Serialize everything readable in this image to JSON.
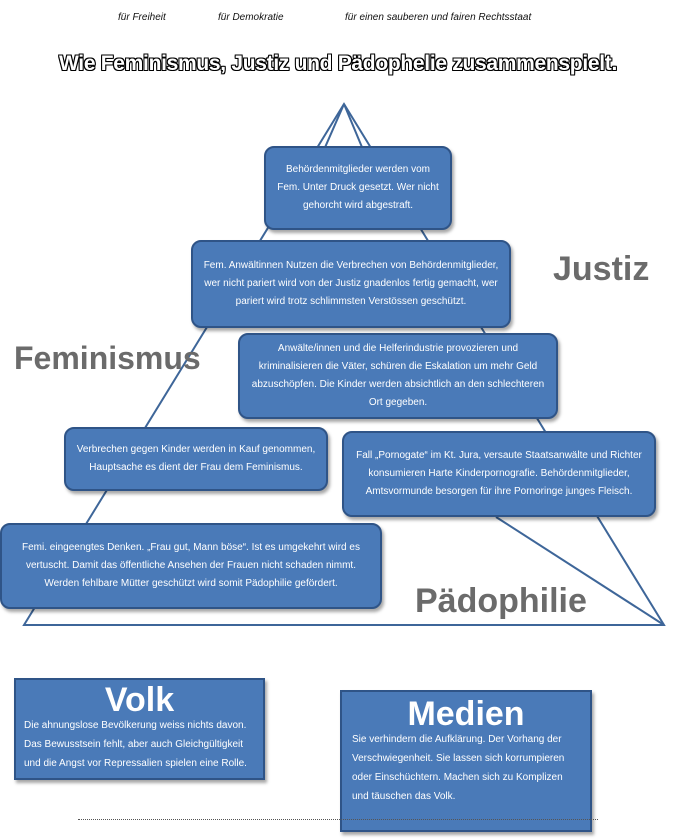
{
  "header": {
    "item1": "für Freiheit",
    "item2": "für Demokratie",
    "item3": "für einen sauberen und fairen Rechtsstaat"
  },
  "title": "Wie Feminismus, Justiz und Pädophelie zusammenspielt.",
  "labels": {
    "justiz": "Justiz",
    "feminismus": "Feminismus",
    "paedophilie": "Pädophilie"
  },
  "boxes": {
    "b1": "Behördenmitglieder werden vom Fem. Unter Druck gesetzt. Wer nicht gehorcht wird abgestraft.",
    "b2": "Fem. Anwältinnen Nutzen die Verbrechen von Behördenmitglieder, wer nicht pariert wird von der Justiz gnadenlos  fertig gemacht, wer pariert wird trotz schlimmsten Verstössen geschützt.",
    "b3": "Anwälte/innen und die Helferindustrie provozieren und kriminalisieren die Väter, schüren die Eskalation um mehr Geld abzuschöpfen. Die Kinder werden absichtlich an den schlechteren Ort gegeben.",
    "b4": "Verbrechen gegen Kinder werden in Kauf genommen, Hauptsache es dient der Frau dem Feminismus.",
    "b5": "Fall „Pornogate“ im Kt. Jura, versaute Staatsanwälte und Richter konsumieren Harte Kinderpornografie. Behördenmitglieder, Amtsvormunde besorgen für ihre Pornoringe junges Fleisch.",
    "b6": "Femi. eingeengtes Denken. „Frau gut, Mann böse“. Ist es umgekehrt wird es vertuscht. Damit das öffentliche Ansehen der Frauen nicht schaden nimmt. Werden fehlbare Mütter geschützt wird somit Pädophilie gefördert."
  },
  "volk": {
    "title": "Volk",
    "text": "Die ahnungslose Bevölkerung weiss nichts davon. Das Bewusstsein fehlt, aber auch Gleichgültigkeit und die Angst vor Repressalien spielen eine Rolle."
  },
  "medien": {
    "title": "Medien",
    "text": "Sie verhindern die Aufklärung. Der Vorhang der Verschwiegenheit. Sie lassen sich korrumpieren oder Einschüchtern. Machen sich zu Komplizen und täuschen das Volk."
  },
  "colors": {
    "box_fill": "#4a7ab8",
    "box_border": "#2f5487",
    "label_gray": "#6b6b6b",
    "pyramid_line": "#3e6699"
  }
}
